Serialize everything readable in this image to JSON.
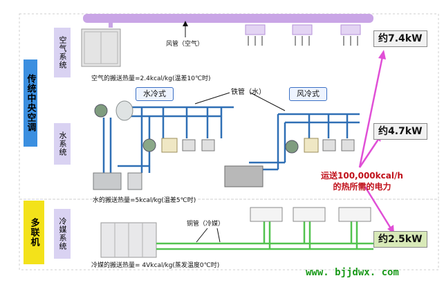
{
  "left_bar": {
    "title": "传统中央空调"
  },
  "bottom_bar": {
    "title": "多联机"
  },
  "sections": {
    "air": "空气系统",
    "water": "水系统",
    "refrigerant": "冷媒系统"
  },
  "labels": {
    "air_duct": "风管（空气）",
    "air_heat": "空气的搬送热量=2.4kcal/kg(温差10℃时)",
    "water_cooled": "水冷式",
    "steel_pipe": "铁管（水）",
    "air_cooled": "风冷式",
    "water_heat": "水的搬送热量=5kcal/kg(温差5℃时)",
    "copper_pipe": "铜管（冷媒）",
    "refrigerant_heat": "冷媒的搬送热量= 4Vkcal/kg(蒸发温度0℃时)"
  },
  "power": {
    "air": "约7.4kW",
    "water": "约4.7kW",
    "refrigerant": "约2.5kW"
  },
  "annotation": {
    "line1": "运送100,000kcal/h",
    "line2": "的热所需的电力"
  },
  "watermark": "www. bjjdwx. com",
  "colors": {
    "air_duct": "#c9a5e6",
    "water_pipe": "#2f6fb5",
    "refrigerant_pipe": "#52c34f",
    "arrow": "#e04fd6",
    "annotation_text": "#c0101a",
    "left_bar": "#3b8fe0",
    "bottom_bar": "#f3e21a",
    "side_box": "#d9d2f2",
    "power_box_air": "#f1f1f1",
    "power_box_water": "#f1f1f1",
    "power_box_refrigerant": "#d8e9b8",
    "watermark": "#1a9a1a"
  }
}
